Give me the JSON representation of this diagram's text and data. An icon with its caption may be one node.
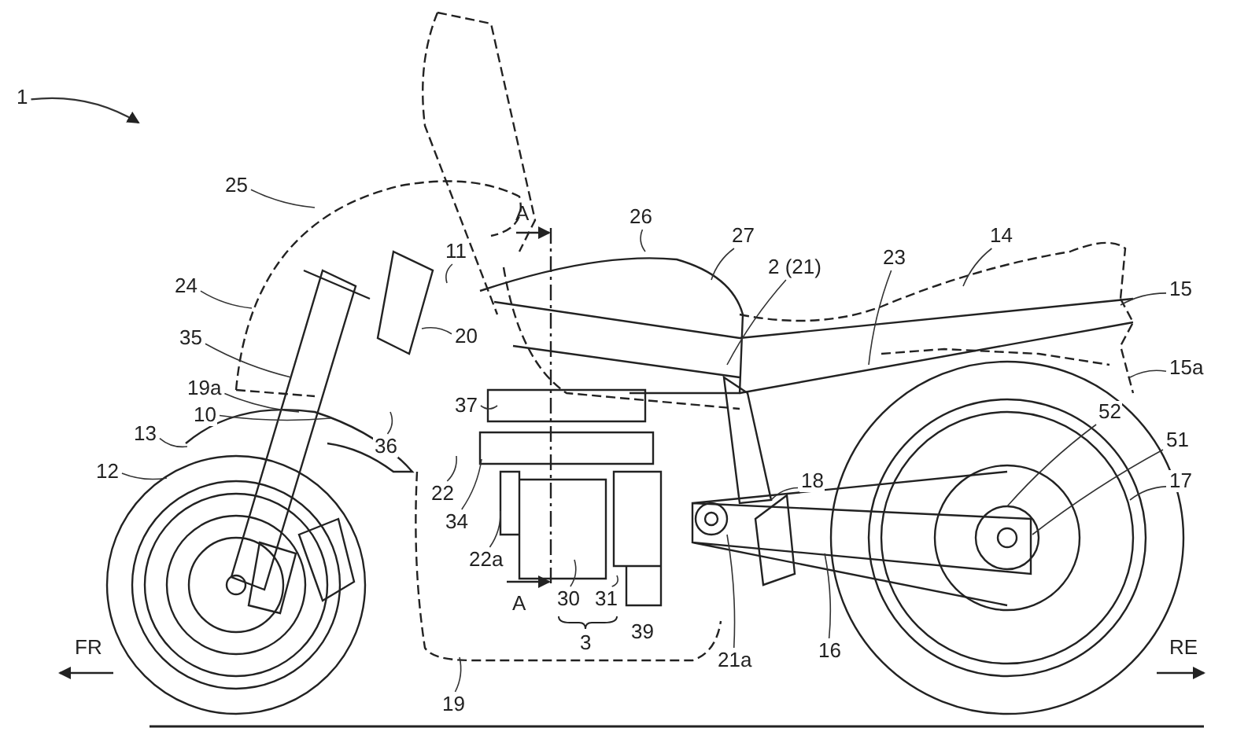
{
  "diagram": {
    "nodes": [
      {
        "text": [
          "1"
        ]
      },
      {
        "text": [
          "25"
        ]
      },
      {
        "text": [
          "26"
        ]
      },
      {
        "text": [
          "27"
        ]
      },
      {
        "text": [
          "14"
        ]
      },
      {
        "text": [
          "11"
        ]
      },
      {
        "text": [
          "23"
        ]
      },
      {
        "text": [
          "2 (21)"
        ]
      },
      {
        "text": [
          "24"
        ]
      },
      {
        "text": [
          "15"
        ]
      },
      {
        "text": [
          "20"
        ]
      },
      {
        "text": [
          "35"
        ]
      },
      {
        "text": [
          "15a"
        ]
      },
      {
        "text": [
          "19a"
        ]
      },
      {
        "text": [
          "37"
        ]
      },
      {
        "text": [
          "52"
        ]
      },
      {
        "text": [
          "10"
        ]
      },
      {
        "text": [
          "13"
        ]
      },
      {
        "text": [
          "51"
        ]
      },
      {
        "text": [
          "36"
        ]
      },
      {
        "text": [
          "12"
        ]
      },
      {
        "text": [
          "18"
        ]
      },
      {
        "text": [
          "17"
        ]
      },
      {
        "text": [
          "22"
        ]
      },
      {
        "text": [
          "34"
        ]
      },
      {
        "text": [
          "22a"
        ]
      },
      {
        "text": [
          "30"
        ]
      },
      {
        "text": [
          "31"
        ]
      },
      {
        "text": [
          "16"
        ]
      },
      {
        "text": [
          "21a"
        ]
      },
      {
        "text": [
          "19"
        ]
      }
    ],
    "edges": [
      {
        "from": 0,
        "to": null,
        "arrow": "to"
      },
      {
        "from": 1,
        "to": null,
        "arrow": "none"
      },
      {
        "from": 2,
        "to": null,
        "arrow": "none"
      },
      {
        "from": 3,
        "to": null,
        "arrow": "none"
      },
      {
        "from": 4,
        "to": null,
        "arrow": "none"
      },
      {
        "from": 5,
        "to": null,
        "arrow": "none"
      },
      {
        "from": 6,
        "to": null,
        "arrow": "none"
      },
      {
        "from": 7,
        "to": null,
        "arrow": "none"
      },
      {
        "from": 8,
        "to": null,
        "arrow": "none"
      },
      {
        "from": 9,
        "to": null,
        "arrow": "none"
      },
      {
        "from": 10,
        "to": null,
        "arrow": "none"
      },
      {
        "from": 11,
        "to": null,
        "arrow": "none"
      },
      {
        "from": 12,
        "to": null,
        "arrow": "none"
      },
      {
        "from": 13,
        "to": null,
        "arrow": "none"
      },
      {
        "from": 14,
        "to": null,
        "arrow": "none"
      },
      {
        "from": 15,
        "to": null,
        "arrow": "none"
      },
      {
        "from": 16,
        "to": null,
        "arrow": "none"
      },
      {
        "from": 17,
        "to": null,
        "arrow": "none"
      },
      {
        "from": 18,
        "to": null,
        "arrow": "none"
      },
      {
        "from": 19,
        "to": null,
        "arrow": "none"
      },
      {
        "from": 20,
        "to": null,
        "arrow": "none"
      },
      {
        "from": 21,
        "to": null,
        "arrow": "none"
      },
      {
        "from": 22,
        "to": null,
        "arrow": "none"
      },
      {
        "from": 23,
        "to": null,
        "arrow": "none"
      },
      {
        "from": 24,
        "to": null,
        "arrow": "none"
      },
      {
        "from": 25,
        "to": null,
        "arrow": "none"
      },
      {
        "from": 26,
        "to": null,
        "arrow": "none"
      },
      {
        "from": 27,
        "to": null,
        "arrow": "none"
      },
      {
        "from": 28,
        "to": null,
        "arrow": "none"
      },
      {
        "from": 29,
        "to": null,
        "arrow": "none"
      },
      {
        "from": 30,
        "to": null,
        "arrow": "none"
      }
    ],
    "labels": [
      "A",
      "A",
      "39",
      "RE",
      "3",
      "FR"
    ]
  }
}
